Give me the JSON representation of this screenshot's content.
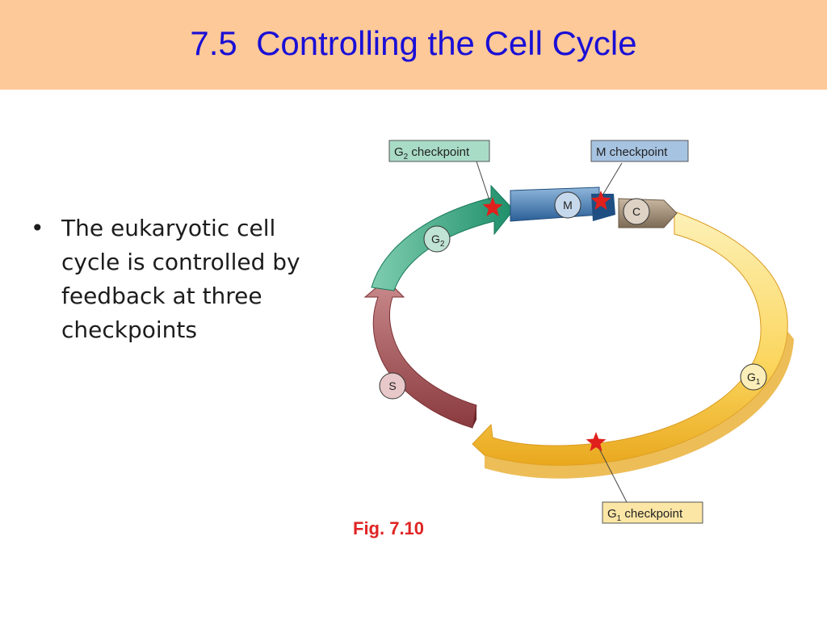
{
  "slide": {
    "title": "7.5  Controlling the Cell Cycle",
    "bullets": [
      "The eukaryotic cell cycle is controlled by feedback at three checkpoints"
    ],
    "caption": "Fig. 7.10"
  },
  "diagram": {
    "phases": [
      {
        "base": "G",
        "sub": "1"
      },
      {
        "base": "S",
        "sub": ""
      },
      {
        "base": "G",
        "sub": "2"
      },
      {
        "base": "M",
        "sub": ""
      },
      {
        "base": "C",
        "sub": ""
      }
    ],
    "checkpoints": [
      {
        "base": "G",
        "sub": "2",
        "rest": " checkpoint"
      },
      {
        "base": "M",
        "sub": "",
        "rest": " checkpoint"
      },
      {
        "base": "G",
        "sub": "1",
        "rest": " checkpoint"
      }
    ],
    "colors": {
      "title_bar": "#fdc998",
      "title_text": "#1a0fd6",
      "g1": "#fbd65e",
      "s": "#a24a4e",
      "g2": "#2aa07a",
      "m": "#3a72a8",
      "c": "#8c7a66",
      "checkpoint_star": "#e0201c",
      "caption": "#e02424"
    }
  }
}
